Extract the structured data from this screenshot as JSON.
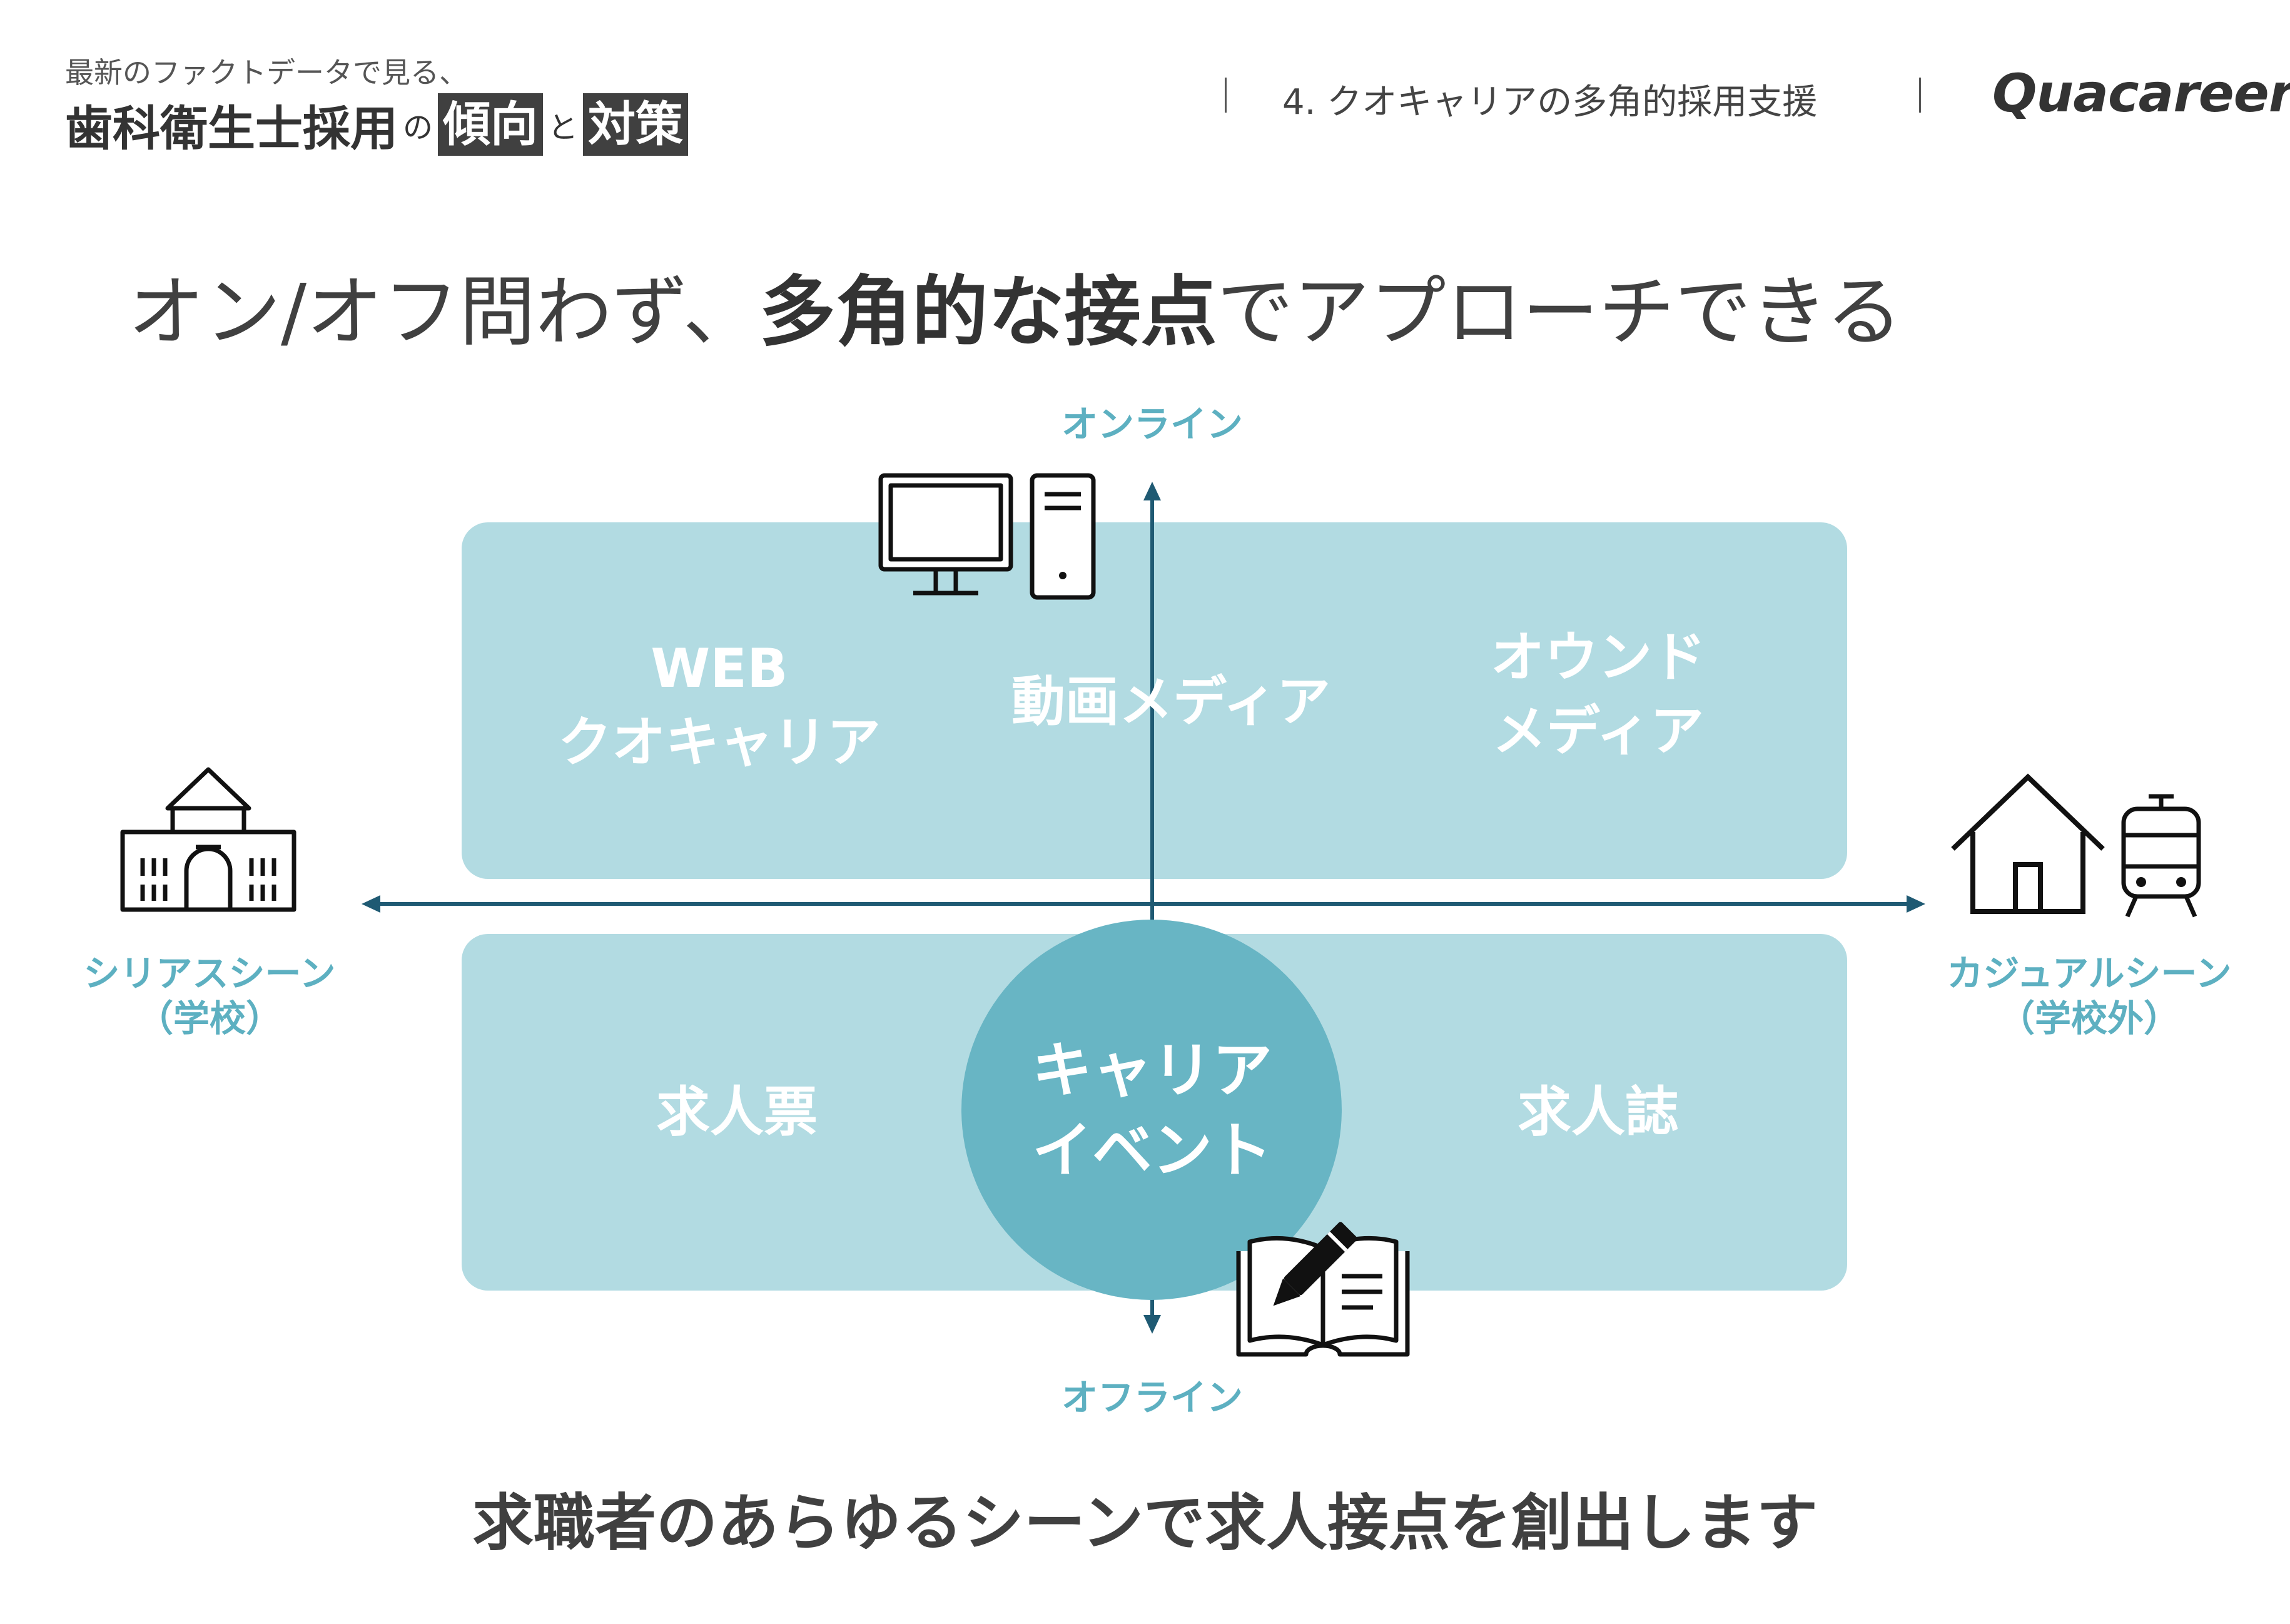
{
  "header": {
    "subtitle": "最新のファクトデータで見る、",
    "title_part1": "歯科衛生士採用",
    "title_no": "の",
    "title_box1": "傾向",
    "title_to": "と",
    "title_box2": "対策",
    "section": "4. クオキャリアの多角的採用支援",
    "logo": "Quacareer"
  },
  "main_title": {
    "part1": "オン/オフ問わず、",
    "bold": "多角的な接点",
    "part2": "でアプローチできる"
  },
  "axes": {
    "top": "オンライン",
    "bottom": "オフライン",
    "left_line1": "シリアスシーン",
    "left_line2": "（学校）",
    "right_line1": "カジュアルシーン",
    "right_line2": "（学校外）"
  },
  "quadrants": {
    "web_line1": "WEB",
    "web_line2": "クオキャリア",
    "video": "動画メディア",
    "owned_line1": "オウンド",
    "owned_line2": "メディア",
    "job_ticket": "求人票",
    "job_magazine": "求人誌",
    "career_event_line1": "キャリア",
    "career_event_line2": "イベント"
  },
  "icons": {
    "computer": "computer-icon",
    "school": "school-icon",
    "house": "house-icon",
    "train": "train-icon",
    "book": "book-pen-icon"
  },
  "tagline": "求職者のあらゆるシーンで求人接点を創出します",
  "colors": {
    "panel": "#b2dbe2",
    "circle": "#68b5c4",
    "axis": "#1f5a73",
    "label": "#5db0c1",
    "text_dark": "#404040"
  }
}
